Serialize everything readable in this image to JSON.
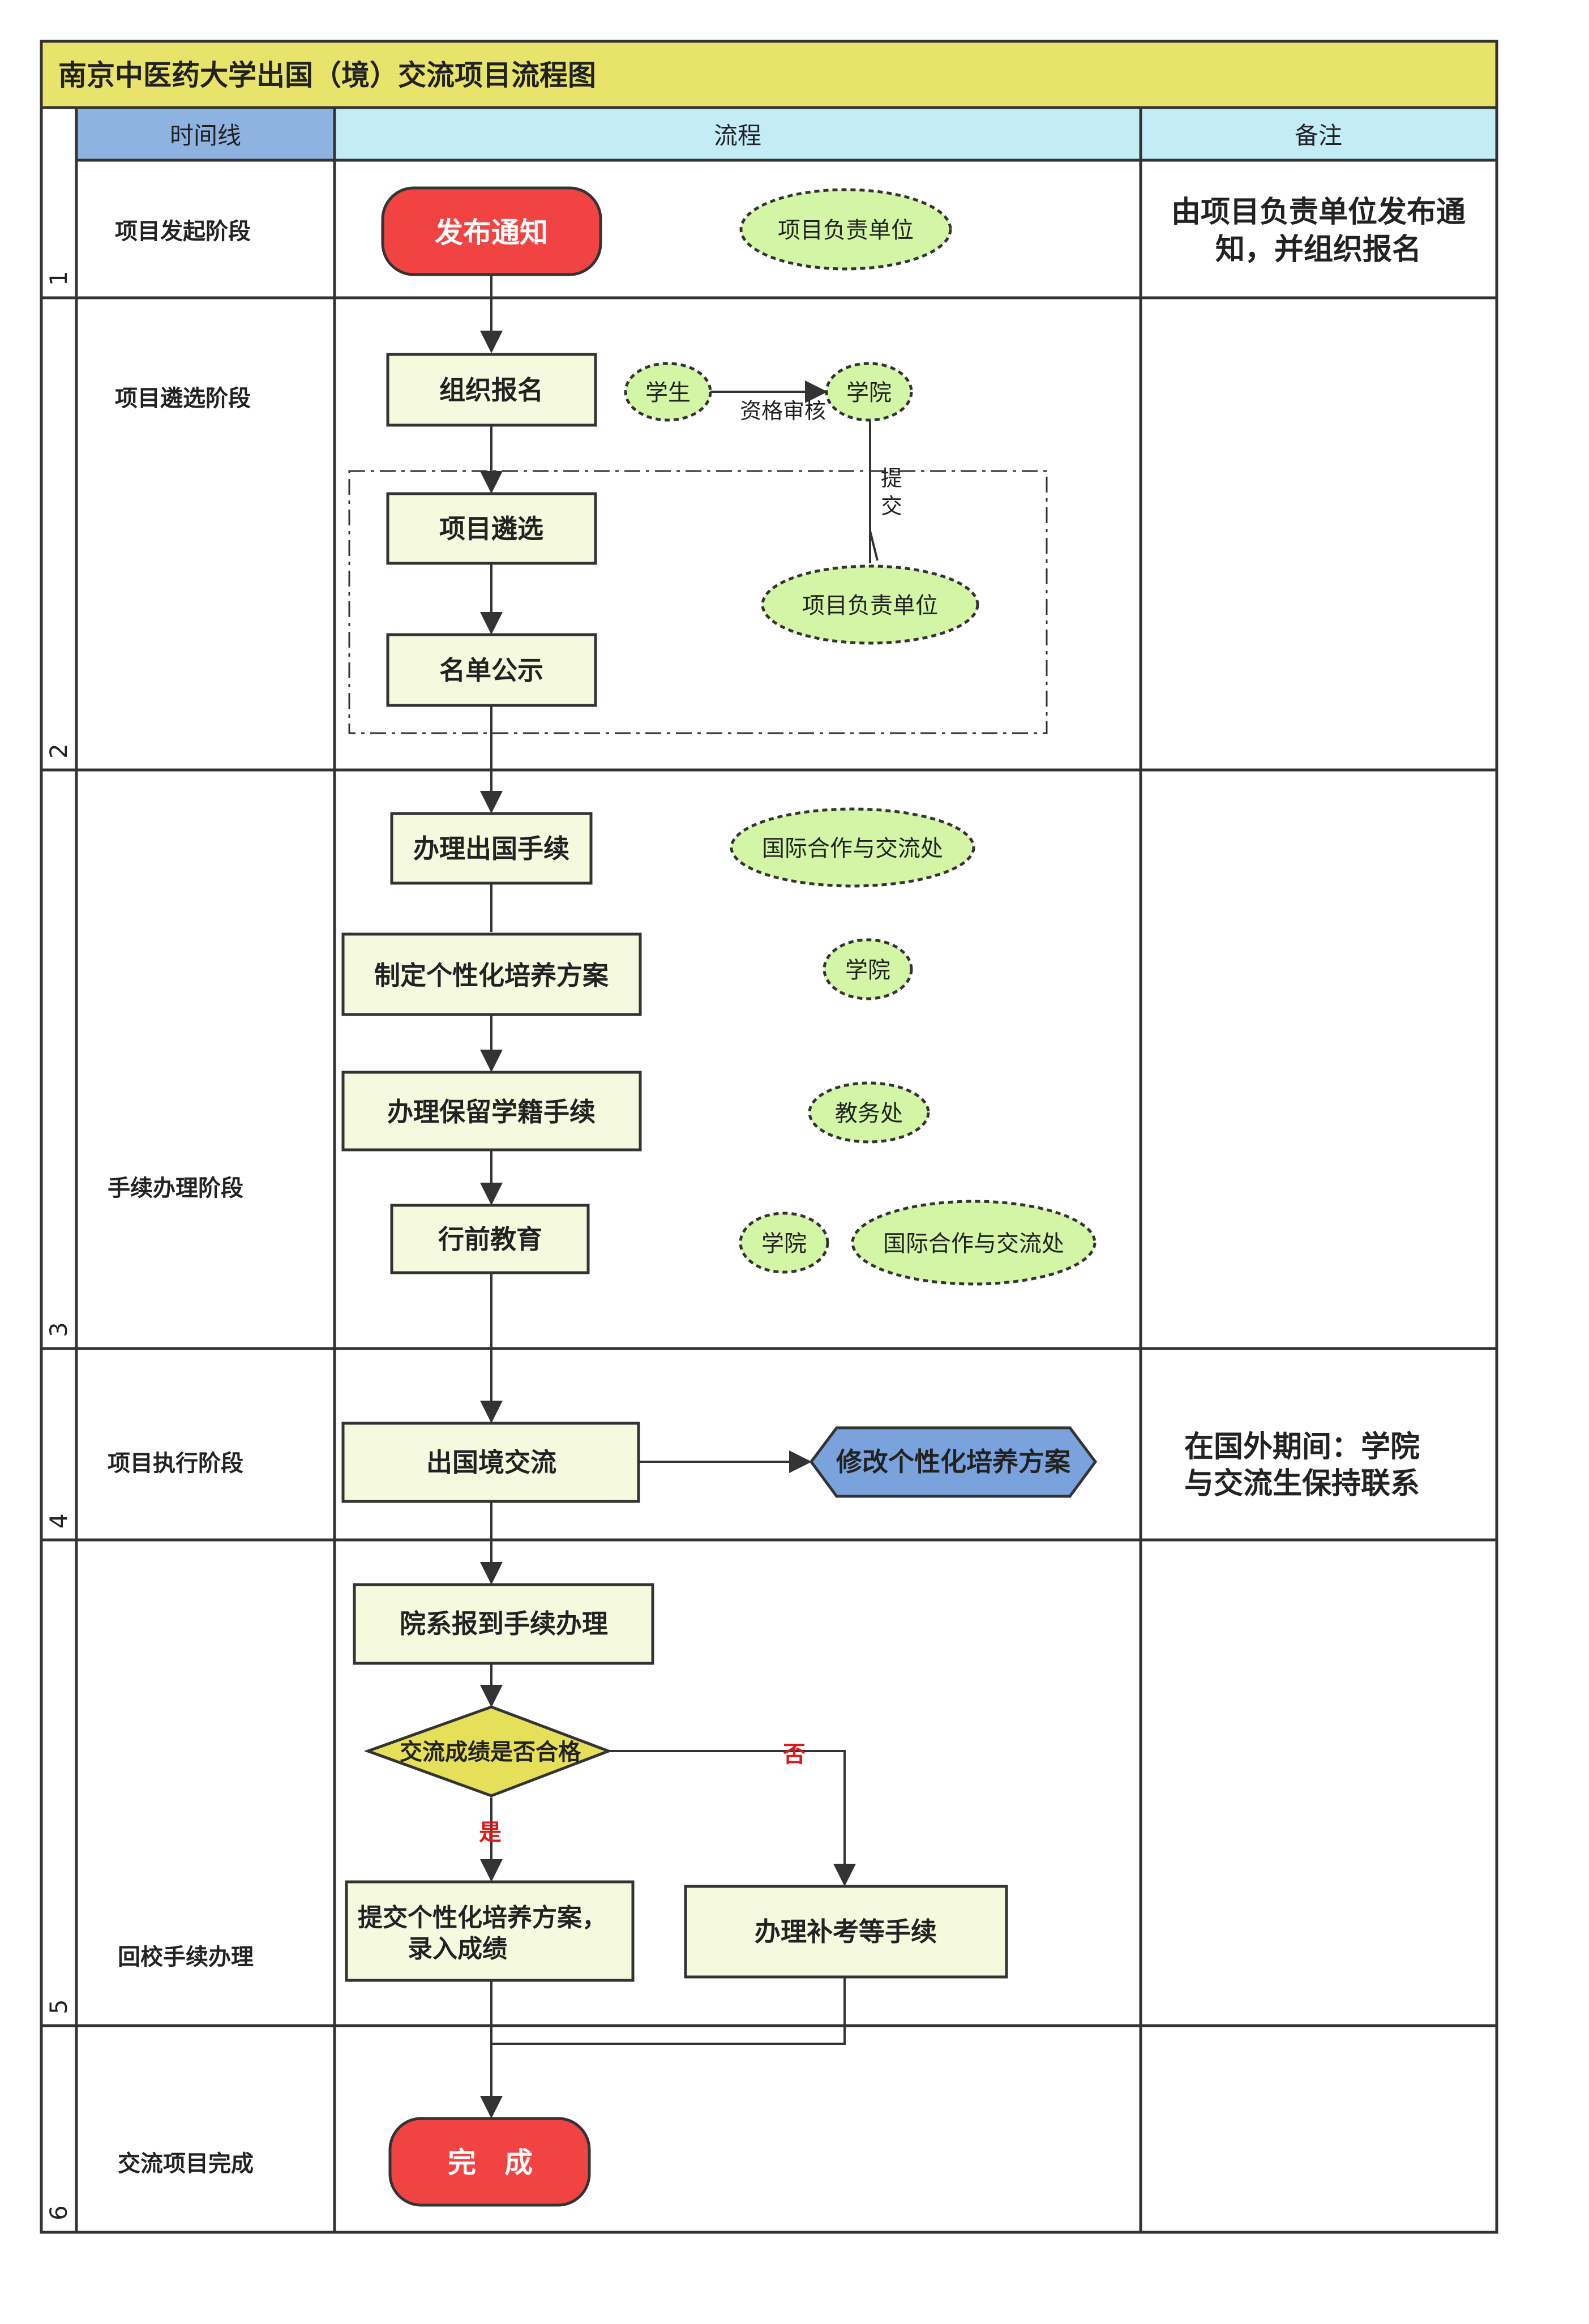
{
  "title": "南京中医药大学出国（境）交流项目流程图",
  "headers": {
    "timeline": "时间线",
    "process": "流程",
    "remarks": "备注"
  },
  "rows": [
    {
      "index": "1",
      "stage": "项目发起阶段",
      "remark": [
        "由项目负责单位发布通",
        "知，并组织报名"
      ]
    },
    {
      "index": "2",
      "stage": "项目遴选阶段",
      "remark": []
    },
    {
      "index": "3",
      "stage": "手续办理阶段",
      "remark": []
    },
    {
      "index": "4",
      "stage": "项目执行阶段",
      "remark": [
        "在国外期间：学院",
        "与交流生保持联系"
      ]
    },
    {
      "index": "5",
      "stage": "回校手续办理",
      "remark": []
    },
    {
      "index": "6",
      "stage": "交流项目完成",
      "remark": []
    }
  ],
  "nodes": {
    "start": "发布通知",
    "organize": "组织报名",
    "select": "项目遴选",
    "publicize": "名单公示",
    "exit_procedures": "办理出国手续",
    "training_plan": "制定个性化培养方案",
    "retain_status": "办理保留学籍手续",
    "pre_departure": "行前教育",
    "exchange": "出国境交流",
    "modify_plan": "修改个性化培养方案",
    "report": "院系报到手续办理",
    "decision": "交流成绩是否合格",
    "submit_plan": [
      "提交个性化培养方案，",
      "录入成绩"
    ],
    "makeup": "办理补考等手续",
    "end": "完　成"
  },
  "participants": {
    "p1": "项目负责单位",
    "student": "学生",
    "college_a": "学院",
    "project_unit_2": "项目负责单位",
    "intl_office_1": "国际合作与交流处",
    "college_b": "学院",
    "academic_affairs": "教务处",
    "college_c": "学院",
    "intl_office_2": "国际合作与交流处"
  },
  "labels": {
    "review": "资格审核",
    "submit_chars": [
      "提",
      "交"
    ],
    "yes": "是",
    "no": "否"
  },
  "colors": {
    "title_bg": "#e8e36a",
    "header_timeline": "#8fb3e0",
    "header_other": "#c3ecf7",
    "process_box": "#f5fadf",
    "oval_fill": "#d2f5a6",
    "oval_border": "#5a7a2a",
    "terminal": "#f24343",
    "decision": "#e6df59",
    "hexagon": "#7aa3dd",
    "answer_red": "#e01818"
  }
}
